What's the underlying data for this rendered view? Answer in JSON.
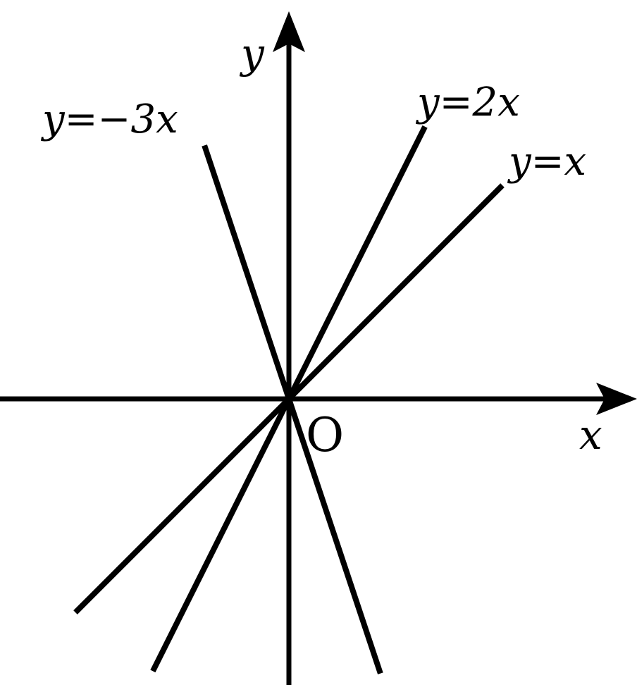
{
  "chart_data": {
    "type": "line",
    "axes": {
      "x_label": "x",
      "y_label": "y",
      "origin_label": "O",
      "ticks": "none",
      "grid": false
    },
    "series": [
      {
        "name": "y=−3x",
        "slope": -3,
        "x_range": [
          -0.36,
          0.39
        ]
      },
      {
        "name": "y=2x",
        "slope": 2,
        "x_range": [
          -0.58,
          0.58
        ]
      },
      {
        "name": "y=x",
        "slope": 1,
        "x_range": [
          -0.91,
          0.91
        ]
      }
    ],
    "line_color": "#000000",
    "background": "#ffffff"
  }
}
